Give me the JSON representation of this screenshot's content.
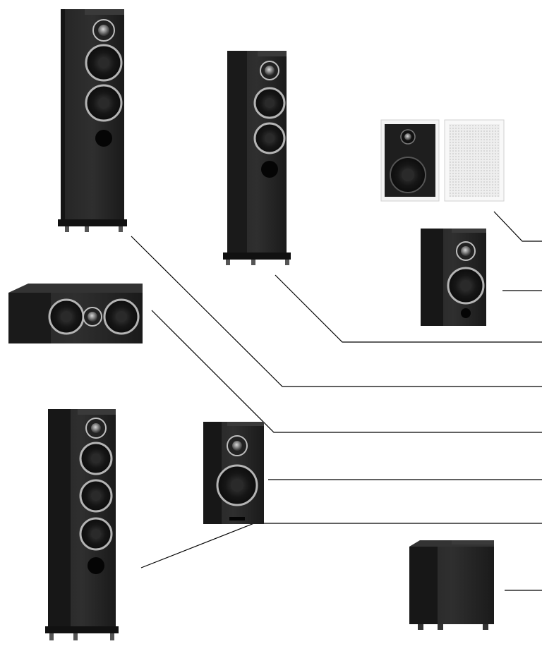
{
  "colors": {
    "background": "#ffffff",
    "cabinet_dark": "#1c1c1c",
    "cabinet_mid": "#2e2e2e",
    "cabinet_side": "#121212",
    "driver_cone": "#151515",
    "driver_ring": "#b4b4b4",
    "tweeter_dome": "#8a8a8a",
    "leader_line": "#000000",
    "grille": "#e6e6e6"
  },
  "products": [
    {
      "kind": "large-floorstanding-speaker",
      "icon": "floorstanding-speaker-icon"
    },
    {
      "kind": "medium-floorstanding-speaker",
      "icon": "floorstanding-speaker-icon"
    },
    {
      "kind": "in-wall-speaker",
      "icon": "in-wall-speaker-icon"
    },
    {
      "kind": "in-wall-speaker-grille",
      "icon": "grille-icon"
    },
    {
      "kind": "bookshelf-speaker",
      "icon": "bookshelf-speaker-icon"
    },
    {
      "kind": "center-channel-speaker",
      "icon": "center-speaker-icon"
    },
    {
      "kind": "tall-floorstanding-speaker",
      "icon": "floorstanding-speaker-icon"
    },
    {
      "kind": "small-bookshelf-speaker",
      "icon": "bookshelf-speaker-icon"
    },
    {
      "kind": "subwoofer",
      "icon": "subwoofer-icon"
    }
  ]
}
